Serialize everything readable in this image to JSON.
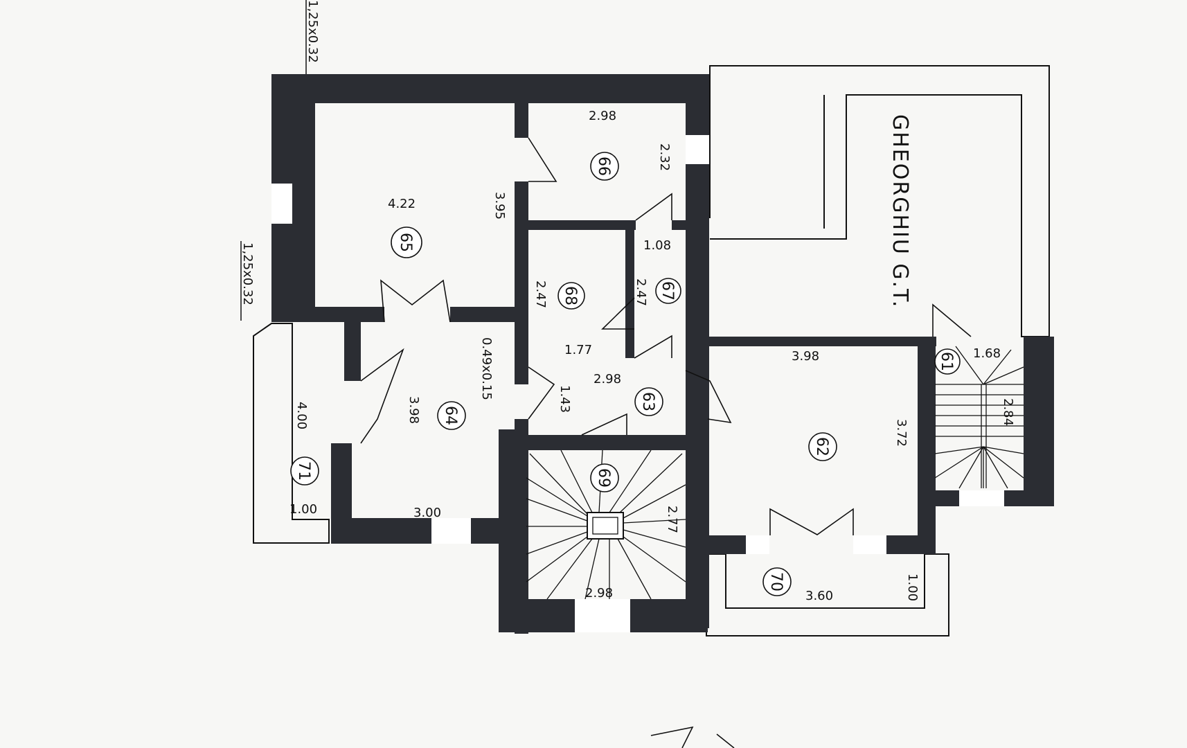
{
  "owner_label": "GHEORGHIU G.T.",
  "window_notes": {
    "top": "1,25x0.32",
    "left": "1,25x0.32",
    "inner": "0.49x0.15"
  },
  "rooms": [
    {
      "id": "61",
      "dims": [
        "1.68",
        "2.84"
      ]
    },
    {
      "id": "62",
      "dims": [
        "3.98",
        "3.72"
      ]
    },
    {
      "id": "63",
      "dims": [
        "2.98",
        "1.43"
      ]
    },
    {
      "id": "64",
      "dims": [
        "3.98",
        "3.00"
      ]
    },
    {
      "id": "65",
      "dims": [
        "4.22",
        "3.95"
      ]
    },
    {
      "id": "66",
      "dims": [
        "2.98",
        "2.32"
      ]
    },
    {
      "id": "67",
      "dims": [
        "1.08",
        "2.47"
      ]
    },
    {
      "id": "68",
      "dims": [
        "2.47",
        "1.77"
      ]
    },
    {
      "id": "69",
      "dims": [
        "2.77",
        "2.98"
      ]
    },
    {
      "id": "70",
      "dims": [
        "3.60",
        "1.00"
      ]
    },
    {
      "id": "71",
      "dims": [
        "4.00",
        "1.00"
      ]
    }
  ]
}
